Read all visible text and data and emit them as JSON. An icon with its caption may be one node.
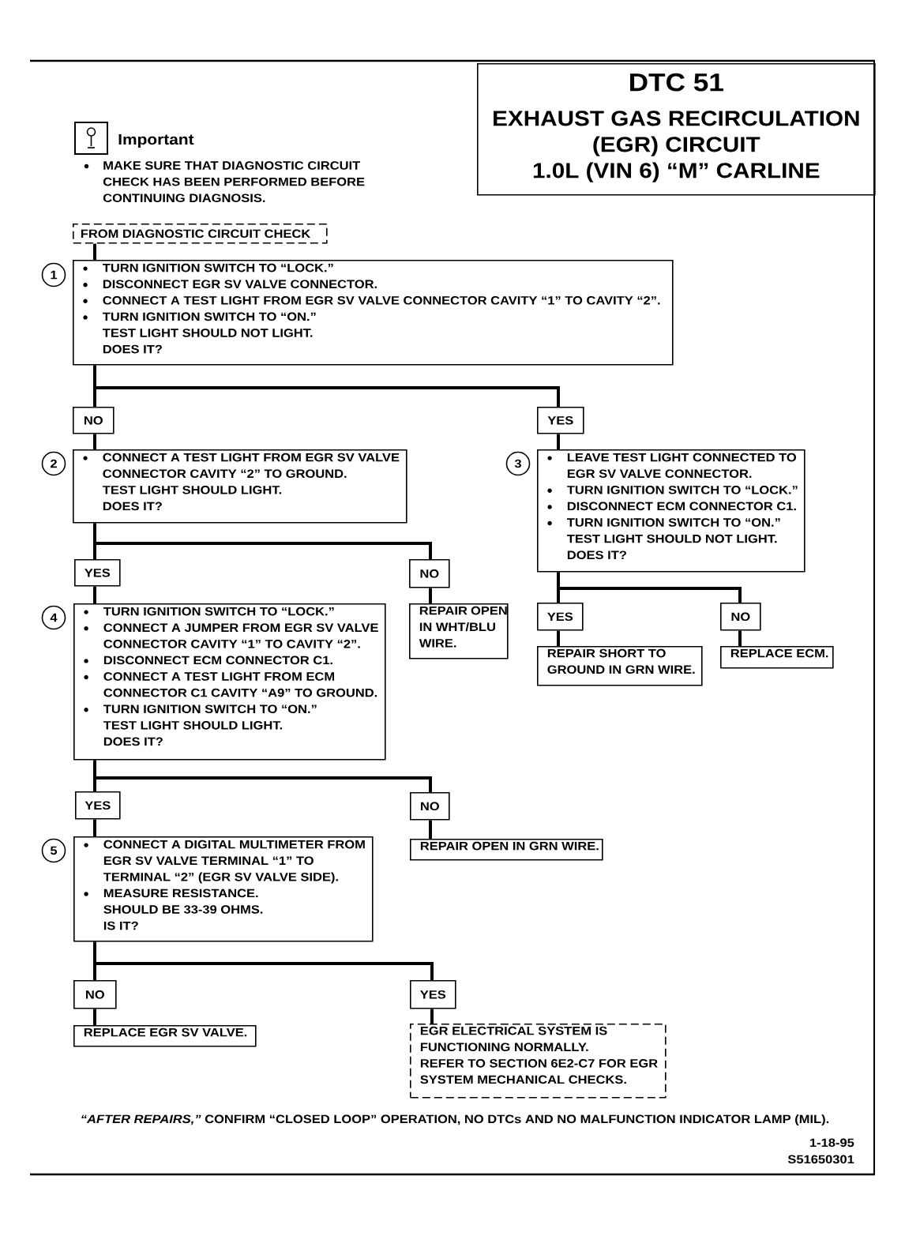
{
  "diagram": {
    "nodes": [
      {
        "text": [
          "DTC 51",
          "EXHAUST GAS RECIRCULATION (EGR) CIRCUIT",
          "1.0L (VIN 6) “M” CARLINE"
        ]
      },
      {
        "text": [
          "FROM DIAGNOSTIC CIRCUIT CHECK"
        ]
      },
      {
        "text": [
          "TURN IGNITION SWITCH TO “LOCK.”",
          "DISCONNECT EGR SV VALVE CONNECTOR.",
          "CONNECT A TEST LIGHT FROM EGR SV VALVE CONNECTOR CAVITY “1” TO CAVITY “2”.",
          "TURN IGNITION SWITCH TO “ON.”",
          "TEST LIGHT SHOULD NOT LIGHT.",
          "DOES IT?"
        ],
        "beside": [
          "1"
        ]
      },
      {
        "text": [
          "NO"
        ]
      },
      {
        "text": [
          "YES"
        ]
      },
      {
        "text": [
          "CONNECT A TEST LIGHT FROM EGR SV VALVE CONNECTOR CAVITY “2” TO GROUND.",
          "TEST LIGHT SHOULD LIGHT.",
          "DOES IT?"
        ],
        "beside": [
          "2"
        ]
      },
      {
        "text": [
          "LEAVE TEST LIGHT CONNECTED TO EGR SV VALVE CONNECTOR.",
          "TURN IGNITION SWITCH TO “LOCK.”",
          "DISCONNECT ECM CONNECTOR C1.",
          "TURN IGNITION SWITCH TO “ON.”",
          "TEST LIGHT SHOULD NOT LIGHT.",
          "DOES IT?"
        ],
        "beside": [
          "3"
        ]
      },
      {
        "text": [
          "YES"
        ]
      },
      {
        "text": [
          "NO"
        ]
      },
      {
        "text": [
          "YES"
        ]
      },
      {
        "text": [
          "NO"
        ]
      },
      {
        "text": [
          "TURN IGNITION SWITCH TO “LOCK.”",
          "CONNECT A JUMPER FROM EGR SV VALVE CONNECTOR CAVITY “1” TO CAVITY “2”.",
          "DISCONNECT ECM CONNECTOR C1.",
          "CONNECT A TEST LIGHT FROM ECM CONNECTOR C1 CAVITY “A9” TO GROUND.",
          "TURN IGNITION SWITCH TO “ON.”",
          "TEST LIGHT SHOULD LIGHT.",
          "DOES IT?"
        ],
        "beside": [
          "4"
        ]
      },
      {
        "text": [
          "REPAIR OPEN IN WHT/BLU WIRE."
        ]
      },
      {
        "text": [
          "REPAIR SHORT TO GROUND IN GRN WIRE."
        ]
      },
      {
        "text": [
          "REPLACE ECM."
        ]
      },
      {
        "text": [
          "YES"
        ]
      },
      {
        "text": [
          "NO"
        ]
      },
      {
        "text": [
          "CONNECT A DIGITAL MULTIMETER FROM EGR SV VALVE TERMINAL “1” TO TERMINAL “2” (EGR SV VALVE SIDE).",
          "MEASURE RESISTANCE.",
          "SHOULD BE 33-39 OHMS.",
          "IS IT?"
        ],
        "beside": [
          "5"
        ]
      },
      {
        "text": [
          "REPAIR OPEN IN GRN WIRE."
        ]
      },
      {
        "text": [
          "NO"
        ]
      },
      {
        "text": [
          "YES"
        ]
      },
      {
        "text": [
          "REPLACE EGR SV VALVE."
        ]
      },
      {
        "text": [
          "EGR ELECTRICAL SYSTEM IS FUNCTIONING NORMALLY.",
          "REFER TO SECTION 6E2-C7 FOR EGR SYSTEM MECHANICAL CHECKS."
        ]
      }
    ],
    "edges": [
      {
        "from": 1,
        "to": 2,
        "arrow": "none"
      },
      {
        "from": 2,
        "to": 3,
        "arrow": "none"
      },
      {
        "from": 2,
        "to": 4,
        "arrow": "none"
      },
      {
        "from": 3,
        "to": 5,
        "arrow": "none"
      },
      {
        "from": 4,
        "to": 6,
        "arrow": "none"
      },
      {
        "from": 5,
        "to": 7,
        "arrow": "none"
      },
      {
        "from": 5,
        "to": 8,
        "arrow": "none"
      },
      {
        "from": 7,
        "to": 11,
        "arrow": "none"
      },
      {
        "from": 8,
        "to": 12,
        "arrow": "none"
      },
      {
        "from": 6,
        "to": 9,
        "arrow": "none"
      },
      {
        "from": 6,
        "to": 10,
        "arrow": "none"
      },
      {
        "from": 9,
        "to": 13,
        "arrow": "none"
      },
      {
        "from": 10,
        "to": 14,
        "arrow": "none"
      },
      {
        "from": 11,
        "to": 15,
        "arrow": "none"
      },
      {
        "from": 11,
        "to": 16,
        "arrow": "none"
      },
      {
        "from": 15,
        "to": 17,
        "arrow": "none"
      },
      {
        "from": 16,
        "to": 18,
        "arrow": "none"
      },
      {
        "from": 17,
        "to": 19,
        "arrow": "none"
      },
      {
        "from": 17,
        "to": 20,
        "arrow": "none"
      },
      {
        "from": 19,
        "to": 21,
        "arrow": "none"
      },
      {
        "from": 20,
        "to": 22,
        "arrow": "none"
      }
    ],
    "labels": [
      "Important",
      "MAKE SURE THAT DIAGNOSTIC CIRCUIT CHECK HAS BEEN PERFORMED BEFORE CONTINUING DIAGNOSIS.",
      "*“AFTER REPAIRS,”* CONFIRM “CLOSED LOOP” OPERATION, NO DTCs AND NO MALFUNCTION INDICATOR LAMP (MIL).",
      "1-18-95",
      "S51650301"
    ]
  }
}
